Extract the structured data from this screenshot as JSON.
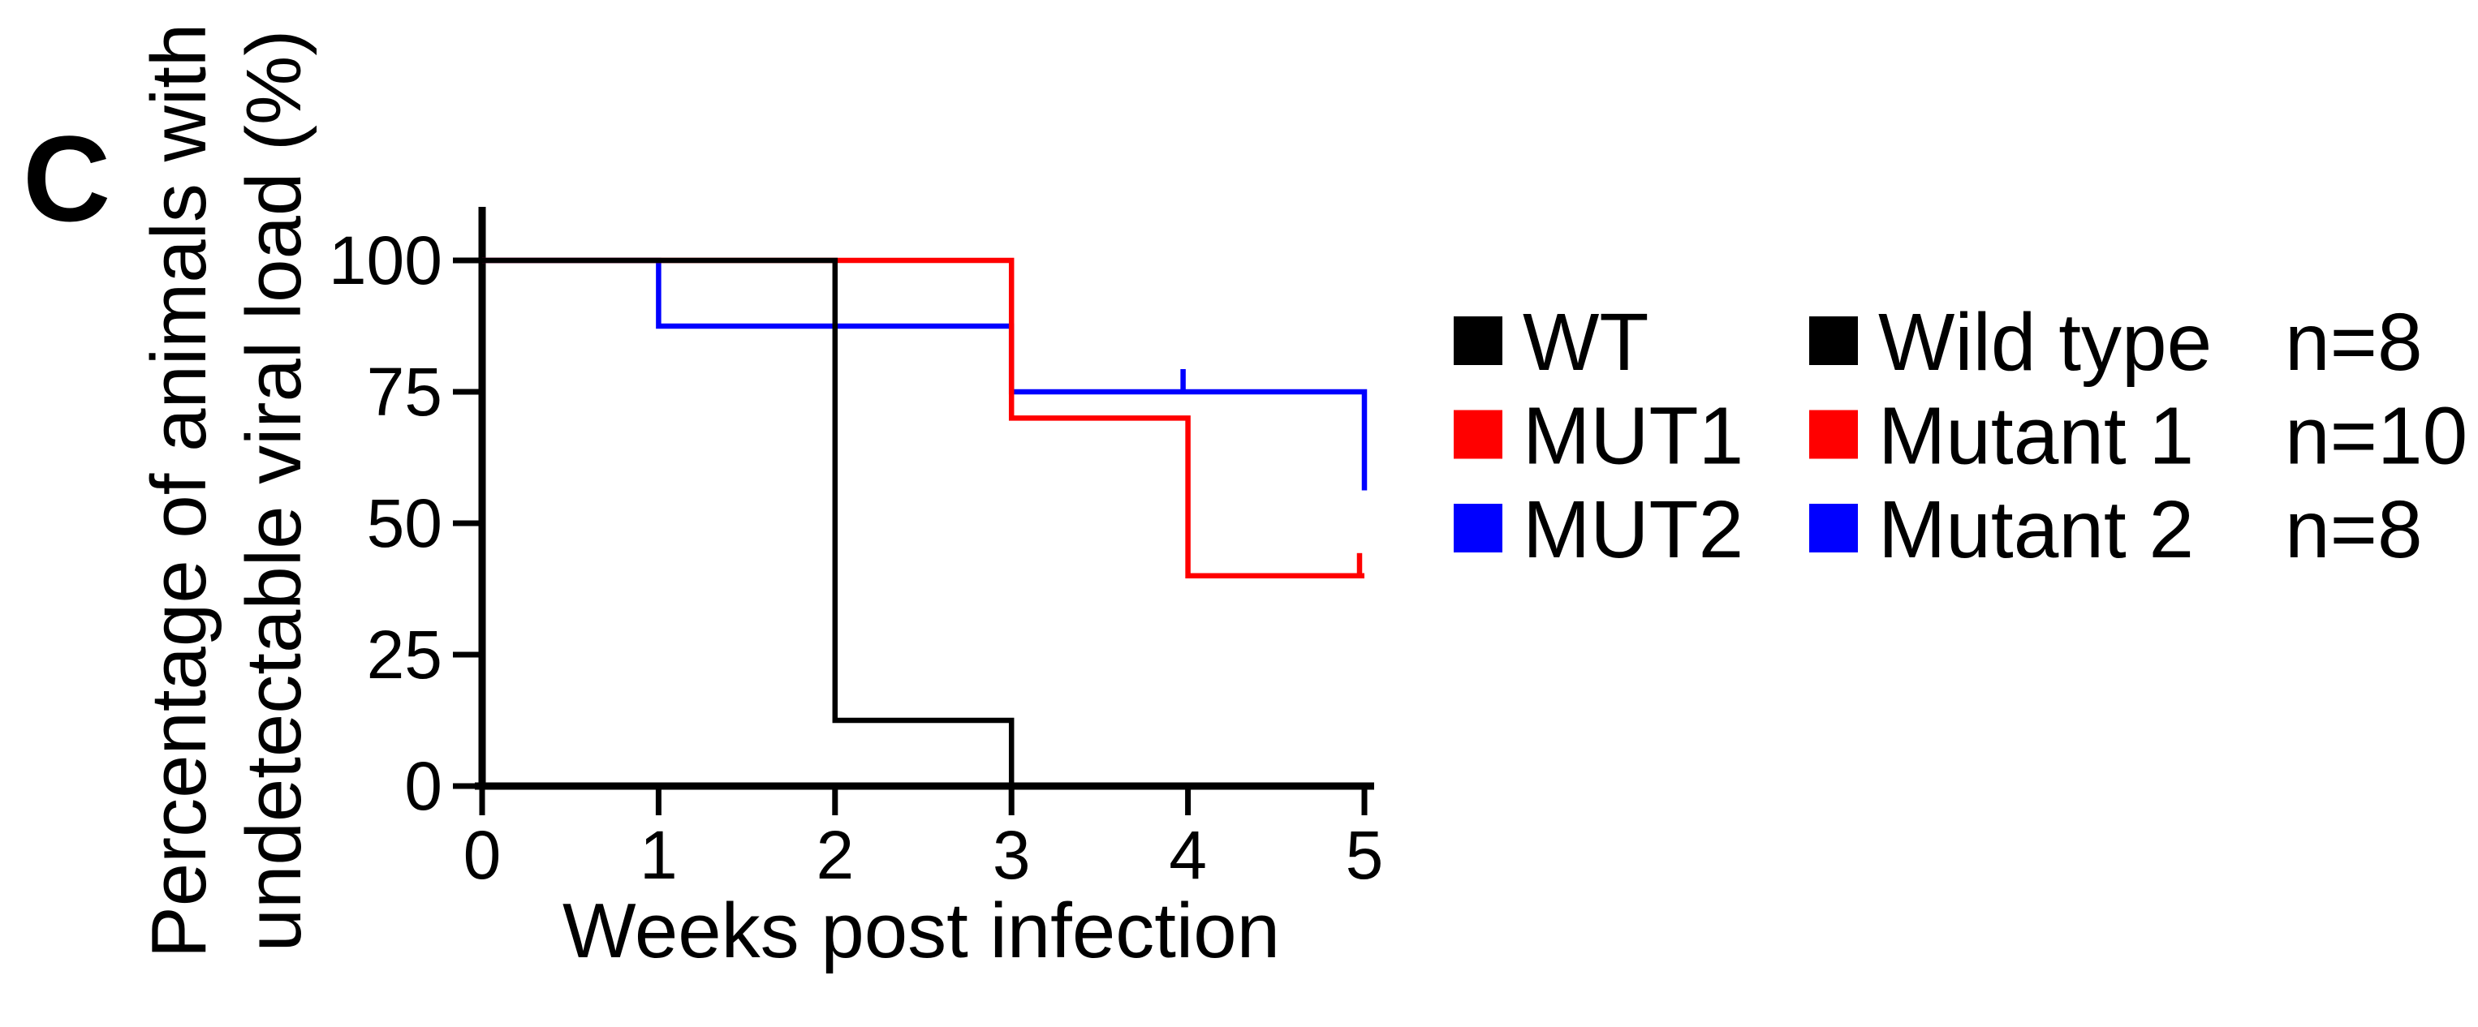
{
  "panel_label": "C",
  "background_color": "#FFFFFF",
  "axis_color": "#000000",
  "chart_data": {
    "type": "line",
    "subtype": "kaplan-meier-step-survival",
    "title": "",
    "xlabel": "Weeks post infection",
    "ylabel_line1": "Percentage of animals with",
    "ylabel_line2": "undetectable viral load (%)",
    "xlim": [
      0,
      5
    ],
    "ylim": [
      0,
      100
    ],
    "x_ticks": [
      "0",
      "1",
      "2",
      "3",
      "4",
      "5"
    ],
    "x_tick_values": [
      0,
      1,
      2,
      3,
      4,
      5
    ],
    "y_ticks": [
      "0",
      "25",
      "50",
      "75",
      "100"
    ],
    "y_tick_values": [
      0,
      25,
      50,
      75,
      100
    ],
    "grid": "off",
    "legend_position": "right",
    "series": [
      {
        "name": "WT",
        "label": "Wild type",
        "count_label": "n=8",
        "color": "#000000",
        "points": [
          [
            0,
            100
          ],
          [
            2,
            100
          ],
          [
            2,
            12.5
          ],
          [
            3,
            12.5
          ],
          [
            3,
            0
          ],
          [
            5,
            0
          ]
        ],
        "censor_marks": []
      },
      {
        "name": "MUT1",
        "label": "Mutant 1",
        "count_label": "n=10",
        "color": "#FF0000",
        "points": [
          [
            0,
            100
          ],
          [
            3,
            100
          ],
          [
            3,
            70
          ],
          [
            4,
            70
          ],
          [
            4,
            40
          ],
          [
            5,
            40
          ]
        ],
        "censor_marks": [
          [
            5,
            40
          ]
        ]
      },
      {
        "name": "MUT2",
        "label": "Mutant 2",
        "count_label": "n=8",
        "color": "#0000FF",
        "points": [
          [
            0,
            100
          ],
          [
            1,
            100
          ],
          [
            1,
            87.5
          ],
          [
            3,
            87.5
          ],
          [
            3,
            75
          ],
          [
            5,
            75
          ],
          [
            5,
            56.25
          ]
        ],
        "censor_marks": [
          [
            4,
            75
          ]
        ]
      }
    ],
    "legend": {
      "rows": [
        {
          "short": "WT",
          "long": "Wild type",
          "count": "n=8",
          "color": "#000000"
        },
        {
          "short": "MUT1",
          "long": "Mutant 1",
          "count": "n=10",
          "color": "#FF0000"
        },
        {
          "short": "MUT2",
          "long": "Mutant 2",
          "count": "n=8",
          "color": "#0000FF"
        }
      ]
    }
  }
}
